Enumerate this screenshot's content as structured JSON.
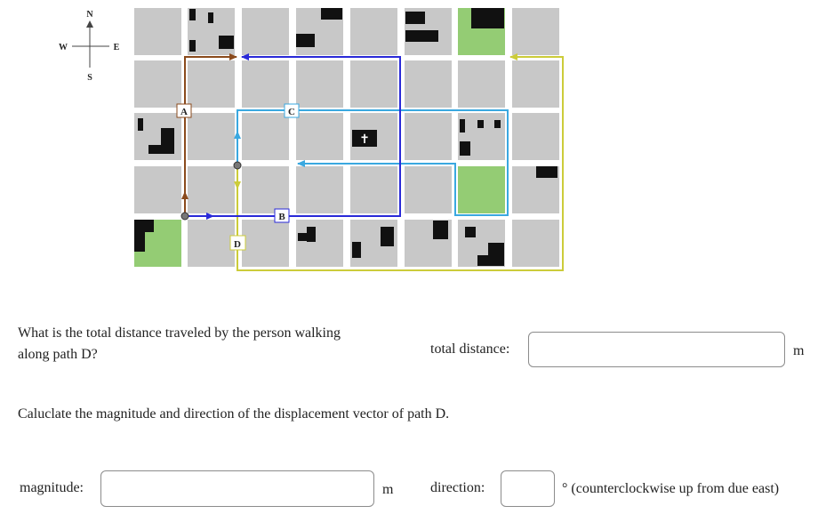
{
  "compass": {
    "north": "N",
    "south": "S",
    "east": "E",
    "west": "W"
  },
  "map": {
    "path_labels": {
      "a": "A",
      "b": "B",
      "c": "C",
      "d": "D"
    },
    "church_symbol": "✝",
    "colors": {
      "block": "#c8c8c8",
      "building": "#111111",
      "park": "#94cc74",
      "path_a": "#8a4a1c",
      "path_b": "#2a2ad8",
      "path_c": "#3aa8e0",
      "path_d": "#cccc3a"
    }
  },
  "question1": {
    "text_line1": "What is the total distance traveled by the person walking",
    "text_line2": "along path D?",
    "total_label": "total distance:",
    "total_value": "",
    "unit": "m"
  },
  "question2": {
    "text": "Caluclate the magnitude and direction of the displacement vector of path D.",
    "magnitude_label": "magnitude:",
    "magnitude_value": "",
    "magnitude_unit": "m",
    "direction_label": "direction:",
    "direction_value": "",
    "direction_unit": "° (counterclockwise up from due east)"
  }
}
